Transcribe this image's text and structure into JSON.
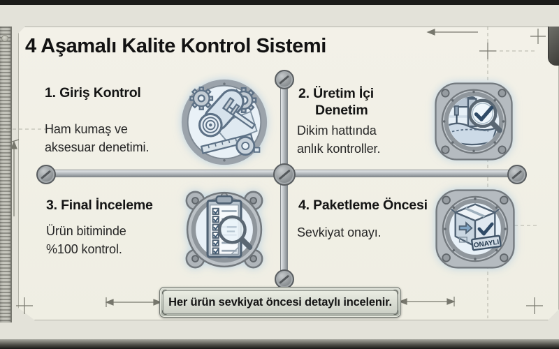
{
  "title": "4 Aşamalı Kalite Kontrol Sistemi",
  "quadrants": [
    {
      "heading": "1. Giriş Kontrol",
      "body": "Ham kumaş ve\naksesuar denetimi.",
      "icon": "fabric-roll-and-measuring-tools"
    },
    {
      "heading": "2. Üretim İçi Denetim",
      "body": "Dikim hattında\nanlık kontroller.",
      "icon": "sewing-machine-inspection"
    },
    {
      "heading": "3. Final İnceleme",
      "body": "Ürün bitiminde\n%100 kontrol.",
      "icon": "checklist-with-magnifier"
    },
    {
      "heading": "4. Paketleme Öncesi",
      "body": "Sevkiyat onayı.",
      "icon": "approved-shipping-box"
    }
  ],
  "banner": "Her ürün sevkiyat öncesi detaylı incelenir.",
  "stamp_label": "ONAYLI",
  "colors": {
    "panel": "#f2f0e6",
    "background": "#e3e2d9",
    "dark_band": "#1b1b19",
    "metal": "#b5bbc0",
    "icon_blue": "#e7f0f7",
    "line_blue": "#4f6173",
    "text": "#141414"
  }
}
